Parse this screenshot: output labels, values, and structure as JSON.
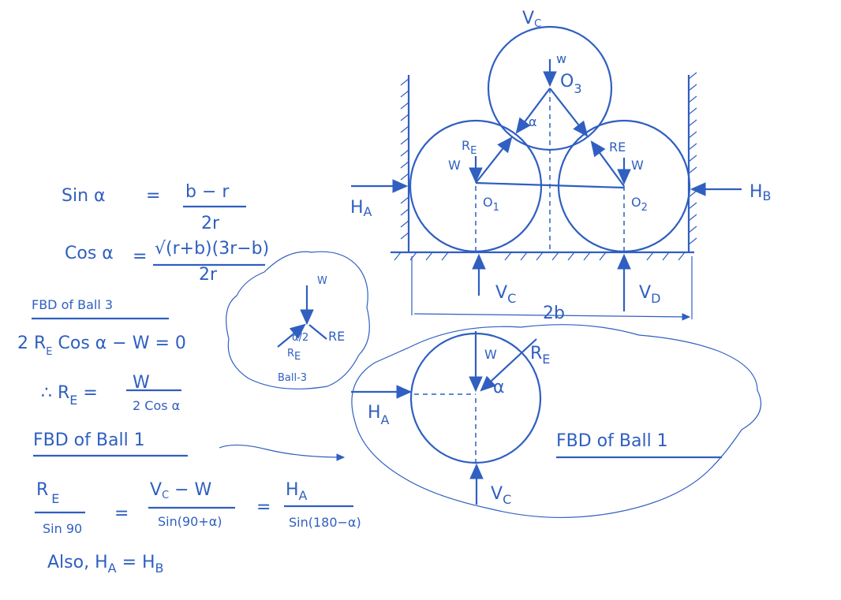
{
  "colors": {
    "ink": "#2f5fc0",
    "paper": "#ffffff"
  },
  "equations": {
    "sin_lhs": "Sin α",
    "eq": "=",
    "sin_num": "b − r",
    "sin_den": "2r",
    "cos_lhs": "Cos α",
    "cos_num": "√(r+b)(3r−b)",
    "cos_den": "2r",
    "fbd3_title": "FBD of Ball 3",
    "eq1_a": "2 R",
    "eq1_sub": "E",
    "eq1_b": " Cos α − W = 0",
    "eq2_a": "∴ R",
    "eq2_sub": "E",
    "eq2_b": " =",
    "eq2_num": "W",
    "eq2_den": "2 Cos α",
    "fbd1_title": "FBD of Ball 1",
    "lami_n1": "R",
    "lami_n1_sub": "E",
    "lami_d1": "Sin 90",
    "lami_n2": "V",
    "lami_n2_sub": "C",
    "lami_n2_b": " − W",
    "lami_d2": "Sin(90+α)",
    "lami_n3": "H",
    "lami_n3_sub": "A",
    "lami_d3": "Sin(180−α)",
    "also_a": "Also,  H",
    "also_sub1": "A",
    "also_b": " = H",
    "also_sub2": "B"
  },
  "main_diagram": {
    "vc_top": "V",
    "vc_top_sub": "C",
    "w3": "w",
    "o3": "O",
    "o3_sub": "3",
    "alpha": "α",
    "re_left": "R",
    "re_left_sub": "E",
    "re_right": "RE",
    "w1": "W",
    "w2": "W",
    "o1": "O",
    "o1_sub": "1",
    "o2": "O",
    "o2_sub": "2",
    "ha": "H",
    "ha_sub": "A",
    "hb": "H",
    "hb_sub": "B",
    "vc": "V",
    "vc_sub": "C",
    "vd": "V",
    "vd_sub": "D",
    "width": "2b"
  },
  "ball3_fbd": {
    "w": "W",
    "angle": "α/2",
    "re_right": "RE",
    "re_left": "R",
    "re_left_sub": "E",
    "title": "Ball-3"
  },
  "ball1_fbd": {
    "w": "W",
    "re": "R",
    "re_sub": "E",
    "alpha": "α",
    "ha": "H",
    "ha_sub": "A",
    "vc": "V",
    "vc_sub": "C",
    "title": "FBD of Ball 1"
  }
}
